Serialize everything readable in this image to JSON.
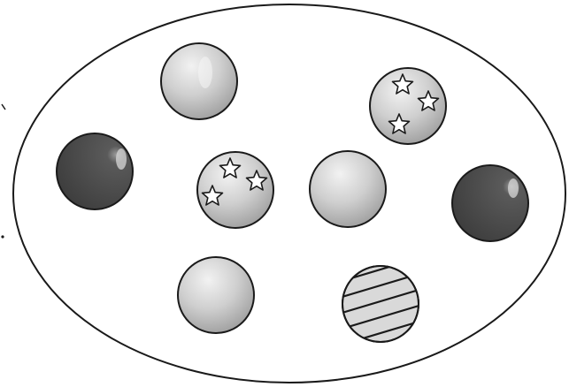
{
  "balls": [
    {
      "pattern": "plain",
      "shade": "light"
    },
    {
      "pattern": "stars",
      "shade": "light"
    },
    {
      "pattern": "plain",
      "shade": "dark"
    },
    {
      "pattern": "stars",
      "shade": "light"
    },
    {
      "pattern": "plain",
      "shade": "light"
    },
    {
      "pattern": "plain",
      "shade": "dark"
    },
    {
      "pattern": "plain",
      "shade": "light"
    },
    {
      "pattern": "stripes",
      "shade": "light"
    }
  ],
  "colors": {
    "outline": "#1a1a1a",
    "light_ball": "#bdbdbd",
    "dark_ball": "#4a4a4a",
    "background": "#ffffff"
  }
}
